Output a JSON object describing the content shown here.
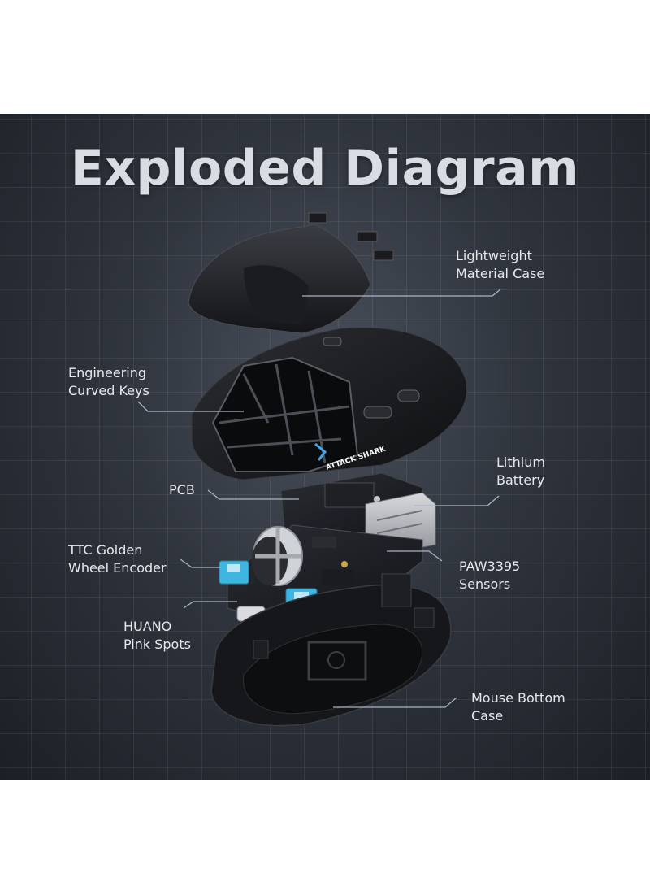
{
  "title": "Exploded Diagram",
  "parts": [
    {
      "line1": "Lightweight",
      "line2": "Material Case"
    },
    {
      "line1": "Engineering",
      "line2": "Curved Keys"
    },
    {
      "line1": "PCB",
      "line2": ""
    },
    {
      "line1": "Lithium",
      "line2": "Battery"
    },
    {
      "line1": "TTC Golden",
      "line2": "Wheel Encoder"
    },
    {
      "line1": "PAW3395",
      "line2": "Sensors"
    },
    {
      "line1": "HUANO",
      "line2": "Pink Spots"
    },
    {
      "line1": "Mouse Bottom",
      "line2": "Case"
    }
  ],
  "logo_text": "ATTACK SHARK",
  "colors": {
    "background": "#2f343d",
    "label_text": "#e6e8ec",
    "title_text": "#d9dce3",
    "leader_line": "#aab4c4",
    "switch_blue": "#3fb6e0"
  }
}
